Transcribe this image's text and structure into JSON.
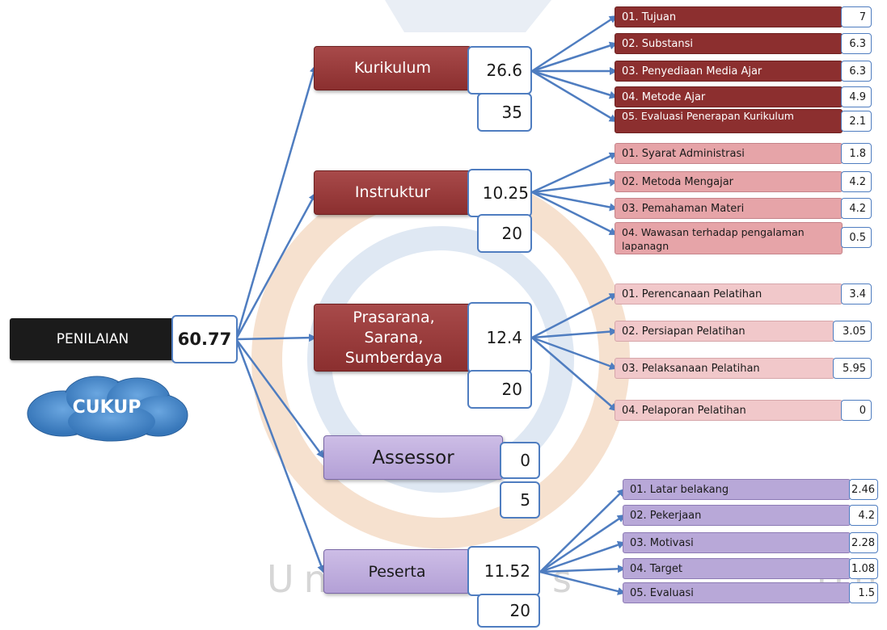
{
  "root": {
    "label": "PENILAIAN",
    "value": "60.77",
    "status": "CUKUP"
  },
  "categories": [
    {
      "label": "Kurikulum",
      "score": "26.6",
      "max": "35",
      "items": [
        {
          "label": "01. Tujuan",
          "value": "7"
        },
        {
          "label": "02. Substansi",
          "value": "6.3"
        },
        {
          "label": "03. Penyediaan Media Ajar",
          "value": "6.3"
        },
        {
          "label": "04. Metode Ajar",
          "value": "4.9"
        },
        {
          "label": "05. Evaluasi Penerapan Kurikulum",
          "value": "2.1"
        }
      ]
    },
    {
      "label": "Instruktur",
      "score": "10.25",
      "max": "20",
      "items": [
        {
          "label": "01. Syarat Administrasi",
          "value": "1.8"
        },
        {
          "label": "02. Metoda Mengajar",
          "value": "4.2"
        },
        {
          "label": "03. Pemahaman Materi",
          "value": "4.2"
        },
        {
          "label": "04. Wawasan terhadap pengalaman lapanagn",
          "value": "0.5"
        }
      ]
    },
    {
      "label": "Prasarana, Sarana, Sumberdaya",
      "score": "12.4",
      "max": "20",
      "items": [
        {
          "label": "01. Perencanaan Pelatihan",
          "value": "3.4"
        },
        {
          "label": "02. Persiapan Pelatihan",
          "value": "3.05"
        },
        {
          "label": "03. Pelaksanaan Pelatihan",
          "value": "5.95"
        },
        {
          "label": "04. Pelaporan Pelatihan",
          "value": "0"
        }
      ]
    },
    {
      "label": "Assessor",
      "score": "0",
      "max": "5",
      "items": []
    },
    {
      "label": "Peserta",
      "score": "11.52",
      "max": "20",
      "items": [
        {
          "label": "01. Latar belakang",
          "value": "2.46"
        },
        {
          "label": "02. Pekerjaan",
          "value": "4.2"
        },
        {
          "label": "03. Motivasi",
          "value": "2.28"
        },
        {
          "label": "04. Target",
          "value": "1.08"
        },
        {
          "label": "05. Evaluasi",
          "value": "1.5"
        }
      ]
    }
  ],
  "watermark": {
    "left": "Universitas",
    "right": "Uni"
  },
  "colors": {
    "connector": "#4f7dc0",
    "category_red": "#8b2f2f",
    "category_purple": "#b3a0d6",
    "root_black": "#1b1b1b",
    "cloud_blue": "#4a86c8"
  }
}
